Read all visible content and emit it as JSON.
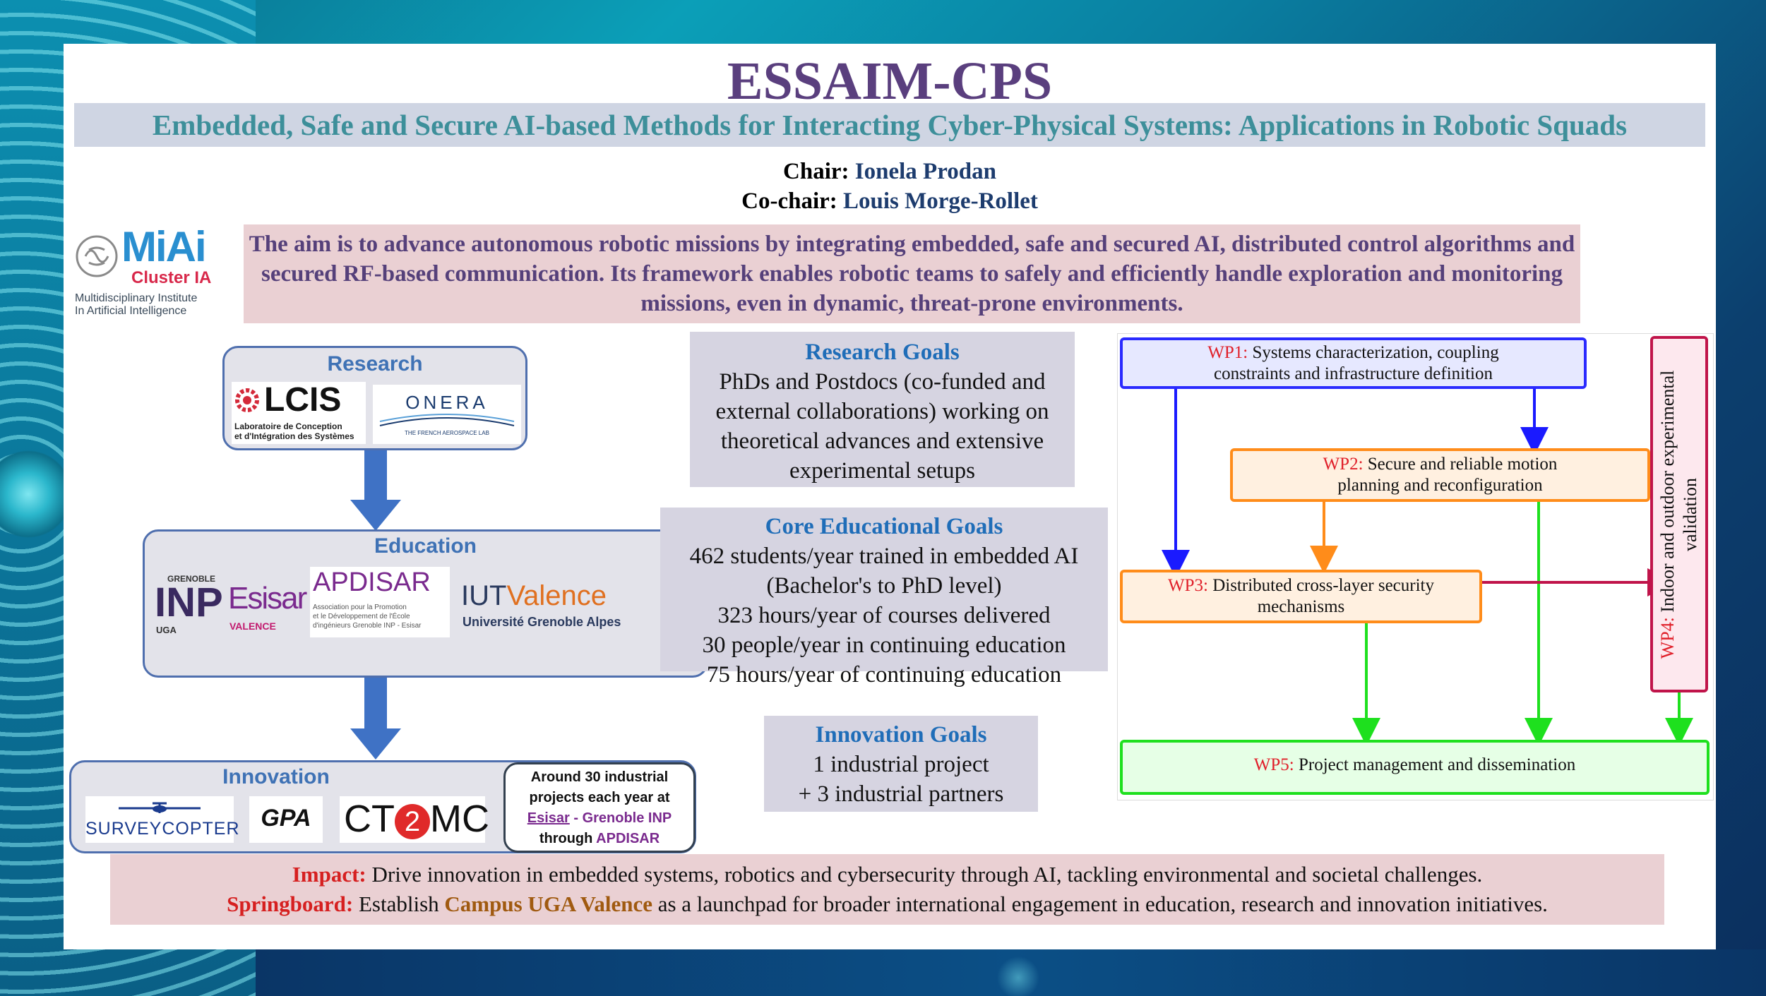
{
  "title": "ESSAIM-CPS",
  "subtitle": "Embedded, Safe and Secure AI-based Methods for Interacting Cyber-Physical Systems: Applications in Robotic Squads",
  "chair": {
    "label": "Chair:",
    "name": "Ionela Prodan"
  },
  "cochair": {
    "label": "Co-chair:",
    "name": "Louis Morge-Rollet"
  },
  "mai_logo": {
    "mark": "MiAi",
    "cluster": "Cluster IA",
    "line1": "Multidisciplinary Institute",
    "line2": "In Artificial Intelligence"
  },
  "aim": "The aim is to advance autonomous robotic missions by integrating embedded, safe and secured AI, distributed control algorithms and secured RF-based communication. Its framework enables robotic teams to safely and efficiently handle exploration and monitoring missions, even in dynamic, threat-prone environments.",
  "flow": {
    "research": {
      "label": "Research",
      "lcis": {
        "mark": "LCIS",
        "sub1": "Laboratoire de Conception",
        "sub2": "et d'Intégration des Systèmes"
      },
      "onera": {
        "mark": "ONERA",
        "sub": "THE FRENCH AEROSPACE LAB"
      }
    },
    "education": {
      "label": "Education",
      "inp": {
        "top": "GRENOBLE",
        "mark": "INP",
        "bottom": "UGA"
      },
      "esisar": {
        "mark": "Esisar",
        "sub": "VALENCE"
      },
      "apdisar": {
        "mark": "APDISAR",
        "sub1": "Association pour la Promotion",
        "sub2": "et le Développement de l'École",
        "sub3": "d'ingénieurs Grenoble INP - Esisar"
      },
      "iut": {
        "mark1": "IUT",
        "mark2": "Valence",
        "sub": "Université Grenoble Alpes"
      }
    },
    "innovation": {
      "label": "Innovation",
      "survey": "SURVEYCOPTER",
      "gpa": "GPA",
      "ct2mc": {
        "a": "CT",
        "b": "2",
        "c": "MC"
      },
      "note": {
        "l1": "Around 30 industrial",
        "l2": "projects each year at",
        "esisar": "Esisar",
        "mid": " - Grenoble INP",
        "through": "through ",
        "apdisar": "APDISAR"
      }
    }
  },
  "goals": {
    "research": {
      "title": "Research Goals",
      "lines": [
        "PhDs and Postdocs (co-funded and",
        "external collaborations) working on",
        "theoretical advances and extensive",
        "experimental setups"
      ]
    },
    "education": {
      "title": "Core Educational Goals",
      "lines": [
        "462 students/year trained in embedded AI",
        "(Bachelor's to PhD level)",
        "323 hours/year of courses delivered",
        "30 people/year in continuing education",
        "75 hours/year of continuing education"
      ]
    },
    "innovation": {
      "title": "Innovation Goals",
      "lines": [
        "1 industrial project",
        "+ 3 industrial partners"
      ]
    }
  },
  "wp": {
    "wp1": {
      "key": "WP1:",
      "l1": "Systems characterization, coupling",
      "l2": "constraints and infrastructure definition"
    },
    "wp2": {
      "key": "WP2:",
      "l1": "Secure and reliable motion",
      "l2": "planning and reconfiguration"
    },
    "wp3": {
      "key": "WP3:",
      "l1": "Distributed cross-layer security",
      "l2": "mechanisms"
    },
    "wp4": {
      "key": "WP4:",
      "l1": "Indoor and outdoor experimental",
      "l2": "validation"
    },
    "wp5": {
      "key": "WP5:",
      "l1": "Project management and dissemination"
    }
  },
  "impact": {
    "label": "Impact:",
    "text": " Drive innovation in embedded systems, robotics and cybersecurity through AI, tackling environmental and societal challenges.",
    "spring_label": "Springboard:",
    "spring_pre": " Establish ",
    "spring_place": "Campus UGA Valence",
    "spring_post": " as a launchpad for broader international engagement in education, research and innovation initiatives."
  },
  "colors": {
    "title": "#5a3f7e",
    "subtitle": "#3d8f9a",
    "goal_title": "#1f6db8",
    "flow_blue": "#3f72b5",
    "wp1": "#2a2aff",
    "wp2": "#ff8c1a",
    "wp3": "#ff8c1a",
    "wp4": "#c0144a",
    "wp5": "#1ee01e"
  }
}
